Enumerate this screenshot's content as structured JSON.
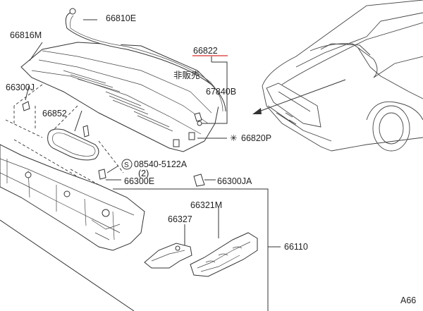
{
  "parts": {
    "p66810E": "66810E",
    "p66816M": "66816M",
    "p66822": "66822",
    "p_hanbai": "非販売",
    "p67840B": "67840B",
    "p66300J": "66300J",
    "p66852": "66852",
    "p66820P": "66820P",
    "p08540": "08540-5122A",
    "p08540_qty": "(2)",
    "p66300E": "66300E",
    "p66300JA": "66300JA",
    "p66321M": "66321M",
    "p66327": "66327",
    "p66110": "66110",
    "page_ref": "A66"
  },
  "symbols": {
    "screw_circle": "S",
    "not_available": "✳"
  },
  "colors": {
    "highlight_underline": "#e05050",
    "line": "#333333"
  }
}
